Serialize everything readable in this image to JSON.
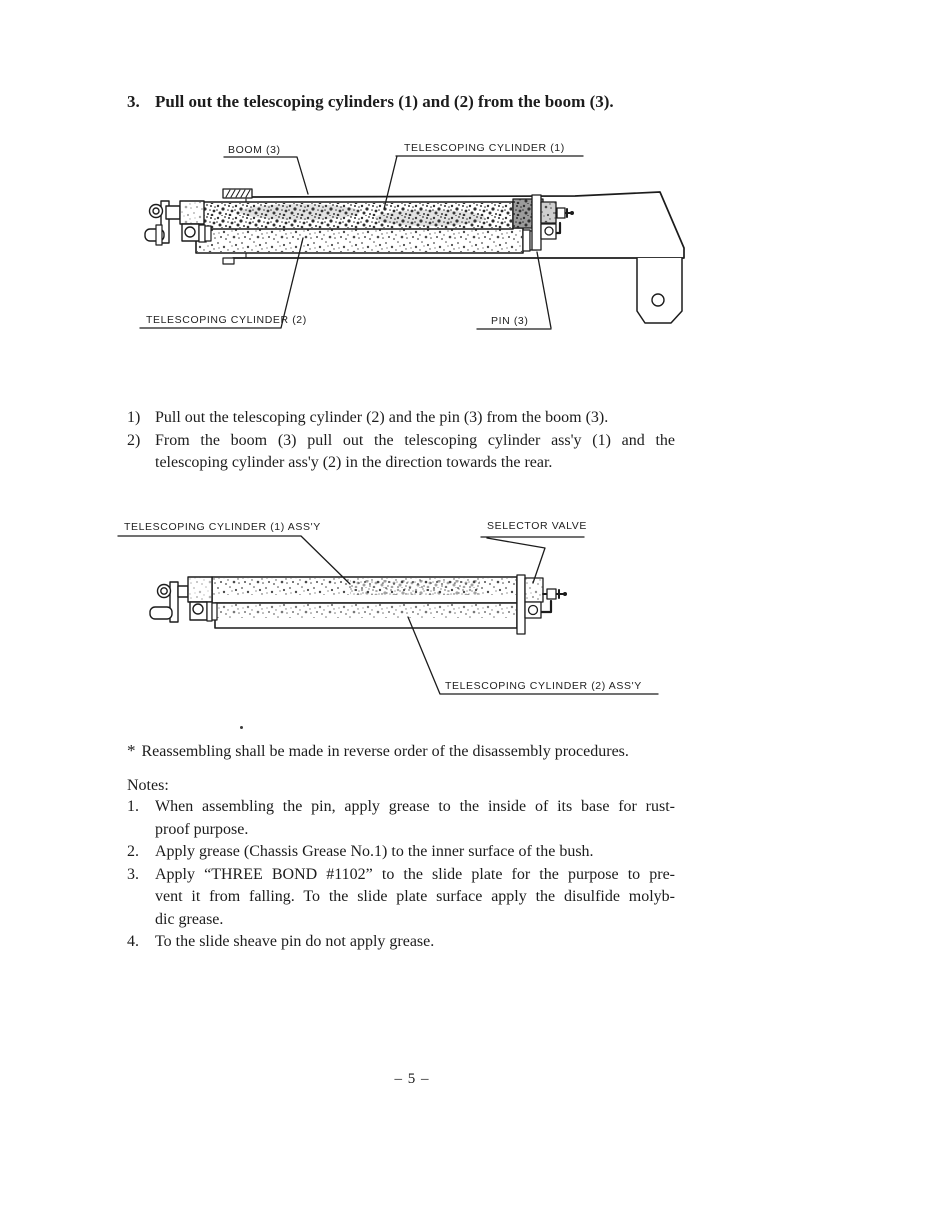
{
  "colors": {
    "ink": "#1c1c1c",
    "paper": "#ffffff"
  },
  "instruction": {
    "number": "3.",
    "text": "Pull out the telescoping cylinders (1) and (2) from the boom (3)."
  },
  "figure1": {
    "labels": {
      "boom": "BOOM (3)",
      "cyl1": "TELESCOPING CYLINDER (1)",
      "cyl2": "TELESCOPING CYLINDER (2)",
      "pin": "PIN (3)"
    }
  },
  "steps": [
    {
      "num": "1)",
      "lines": [
        "Pull out the telescoping cylinder (2) and the pin (3) from the boom (3)."
      ]
    },
    {
      "num": "2)",
      "lines": [
        "From the boom (3) pull out the telescoping cylinder ass'y (1) and the",
        "telescoping cylinder ass'y (2) in the direction towards the rear."
      ]
    }
  ],
  "figure2": {
    "labels": {
      "cyl1_assy": "TELESCOPING CYLINDER (1) ASS'Y",
      "selector_valve": "SELECTOR VALVE",
      "cyl2_assy": "TELESCOPING CYLINDER (2) ASS'Y"
    }
  },
  "reassembly_note": {
    "marker": "*",
    "text": "Reassembling shall be made in reverse order of the disassembly procedures."
  },
  "notes": {
    "heading": "Notes:",
    "items": [
      {
        "num": "1.",
        "lines": [
          "When assembling the pin, apply grease to the inside of its base for rust-",
          "proof purpose."
        ]
      },
      {
        "num": "2.",
        "lines": [
          "Apply grease (Chassis Grease No.1) to the inner surface of the bush."
        ]
      },
      {
        "num": "3.",
        "lines": [
          "Apply “THREE BOND #1102” to the slide plate for the purpose to pre-",
          "vent it from falling. To the slide plate surface apply the disulfide molyb-",
          "dic grease."
        ]
      },
      {
        "num": "4.",
        "lines": [
          "To the slide sheave pin do not apply grease."
        ]
      }
    ]
  },
  "page": {
    "number_label": "– 5 –"
  }
}
